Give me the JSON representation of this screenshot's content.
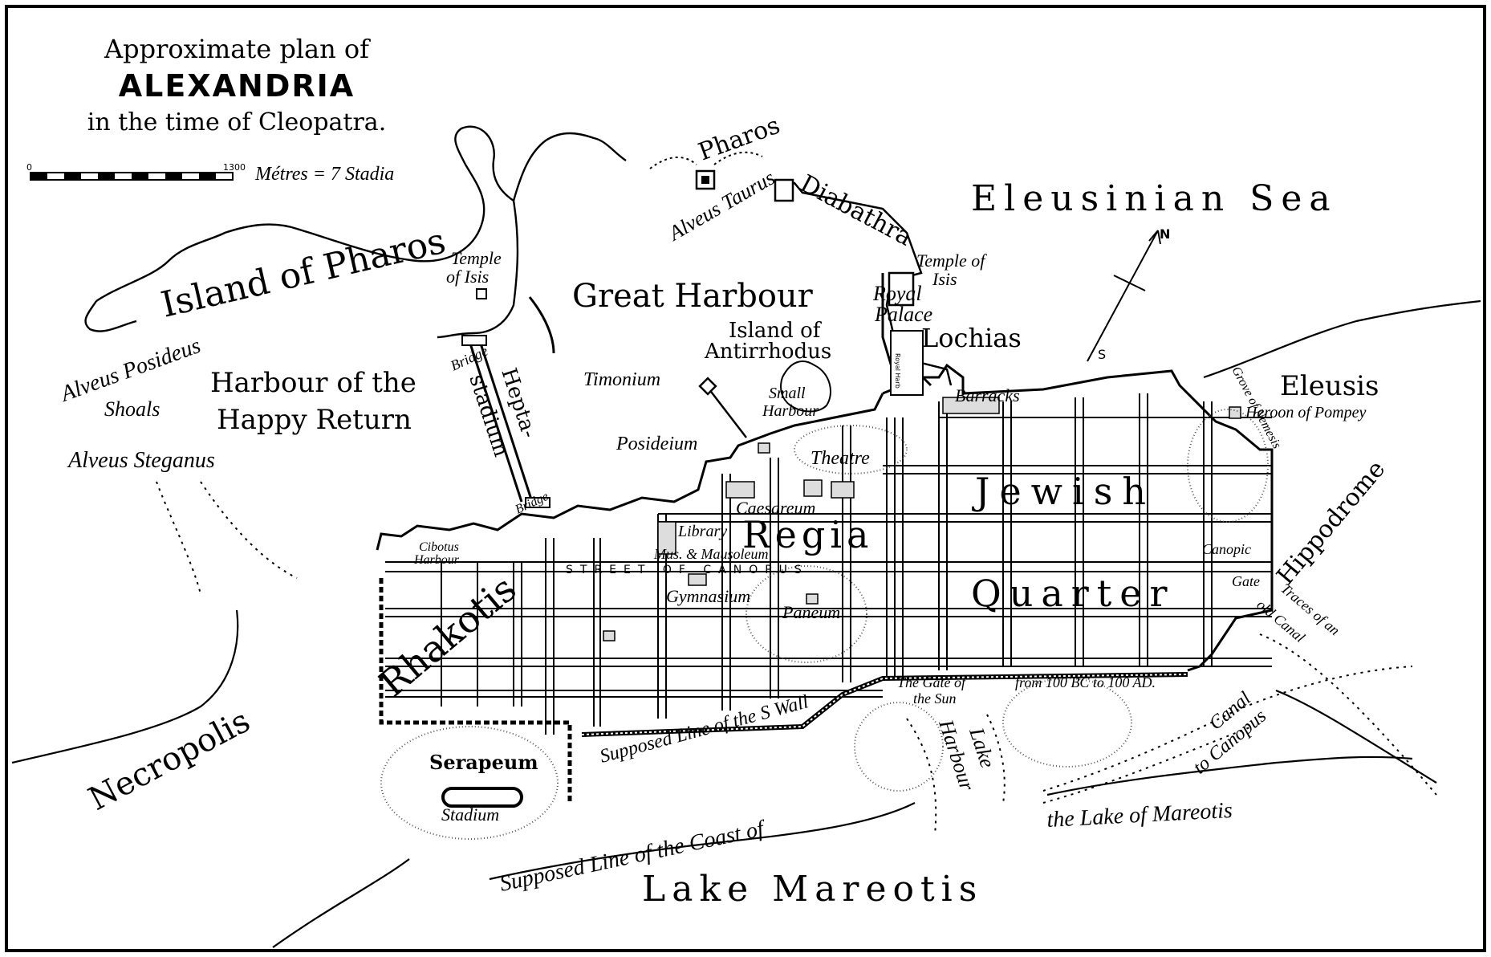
{
  "title": {
    "line1": "Approximate plan of",
    "line2": "ALEXANDRIA",
    "line3": "in the time of Cleopatra."
  },
  "scale": {
    "zero": "0",
    "max": "1300",
    "label": "Métres = 7 Stadia"
  },
  "north_arrow": {
    "n": "N",
    "s": "S"
  },
  "labels": {
    "eleusinian_sea": "Eleusinian Sea",
    "island_of_pharos": "Island of Pharos",
    "pharos": "Pharos",
    "alveus_taurus": "Alveus Taurus",
    "diabathra": "Diabathra",
    "temple_of_isis_pharos_1": "Temple",
    "temple_of_isis_pharos_2": "of Isis",
    "great_harbour": "Great Harbour",
    "temple_of_isis_lochias_1": "Temple of",
    "temple_of_isis_lochias_2": "Isis",
    "royal_palace_1": "Royal",
    "royal_palace_2": "Palace",
    "lochias": "Lochias",
    "royal_harbour": "Royal Harb",
    "island_of_antirrhodus_1": "Island of",
    "island_of_antirrhodus_2": "Antirrhodus",
    "small_harbour_1": "Small",
    "small_harbour_2": "Harbour",
    "timonium": "Timonium",
    "posideium": "Posideium",
    "theatre": "Theatre",
    "caesareum": "Caesareum",
    "library": "Library",
    "mausoleum": "Mus. & Mausoleum",
    "regia": "Regia",
    "jewish": "Jewish",
    "quarter": "Quarter",
    "barracks": "Barracks",
    "eleusis": "Eleusis",
    "grove_of_nemesis": "Grove of Nemesis",
    "heroon_of_pompey": "Heroon of Pompey",
    "hippodrome": "Hippodrome",
    "canopic": "Canopic",
    "gate": "Gate",
    "traces_of_canal_1": "Traces of an",
    "traces_of_canal_2": "old Canal",
    "street_of_canopus": "STREET OF CANOPUS",
    "gymnasium": "Gymnasium",
    "paneum": "Paneum",
    "rhakotis": "Rhakotis",
    "alveus_posideus": "Alveus Posideus",
    "harbour_happy_return_1": "Harbour of the",
    "harbour_happy_return_2": "Happy Return",
    "shoals": "Shoals",
    "alveus_steganus": "Alveus Steganus",
    "bridge_top": "Bridge",
    "bridge_bottom": "Bridge",
    "heptastadium_1": "Hepta-",
    "heptastadium_2": "stadium",
    "cibotus_harbour_1": "Cibotus",
    "cibotus_harbour_2": "Harbour",
    "necropolis": "Necropolis",
    "serapeum": "Serapeum",
    "stadium": "Stadium",
    "supposed_line_s_wall": "Supposed Line of the S Wall",
    "gate_of_the_sun_1": "The Gate of",
    "gate_of_the_sun_2": "the Sun",
    "from_100bc": "from 100 BC to 100 AD.",
    "lake_harbour_1": "Lake",
    "lake_harbour_2": "Harbour",
    "canal_to_canopus_1": "Canal",
    "canal_to_canopus_2": "to Canopus",
    "supposed_line_coast": "Supposed Line of the Coast of",
    "the_lake_of_mareotis": "the Lake of Mareotis",
    "lake_mareotis": "Lake Mareotis"
  }
}
